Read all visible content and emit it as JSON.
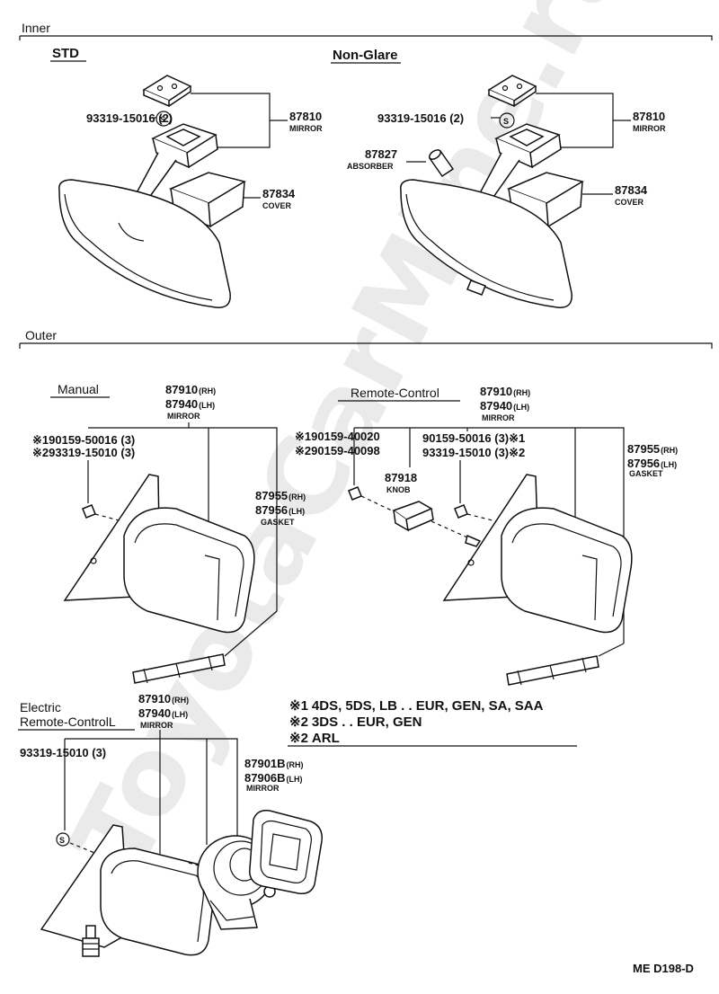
{
  "watermark": "ToyotaCarMine.ru",
  "sections": {
    "inner": "Inner",
    "outer": "Outer"
  },
  "inner_std": {
    "title": "STD",
    "screw": "93319-15016 (2)",
    "screw_symbol": "S",
    "mirror_pn": "87810",
    "mirror_name": "MIRROR",
    "cover_pn": "87834",
    "cover_name": "COVER"
  },
  "inner_nonglare": {
    "title": "Non-Glare",
    "screw": "93319-15016 (2)",
    "screw_symbol": "S",
    "mirror_pn": "87810",
    "mirror_name": "MIRROR",
    "absorber_pn": "87827",
    "absorber_name": "ABSORBER",
    "cover_pn": "87834",
    "cover_name": "COVER"
  },
  "outer_manual": {
    "title": "Manual",
    "mirror_rh": "87910",
    "rh": "(RH)",
    "mirror_lh": "87940",
    "lh": "(LH)",
    "mirror_name": "MIRROR",
    "screw1": "※190159-50016 (3)",
    "screw2": "※293319-15010 (3)",
    "gasket_rh": "87955",
    "gasket_lh": "87956",
    "gasket_name": "GASKET"
  },
  "outer_remote": {
    "title": "Remote-Control",
    "mirror_rh": "87910",
    "rh": "(RH)",
    "mirror_lh": "87940",
    "lh": "(LH)",
    "mirror_name": "MIRROR",
    "screw_a1": "※190159-40020",
    "screw_a2": "※290159-40098",
    "screw_b1": "90159-50016 (3)※1",
    "screw_b2": "93319-15010 (3)※2",
    "knob_pn": "87918",
    "knob_name": "KNOB",
    "gasket_rh": "87955",
    "gasket_lh": "87956",
    "gasket_name": "GASKET"
  },
  "notes": [
    {
      "mark": "※1",
      "text": "4DS, 5DS, LB . . EUR, GEN, SA, SAA"
    },
    {
      "mark": "※2",
      "text": "3DS . . EUR, GEN"
    },
    {
      "mark": "※2",
      "text": "ARL"
    }
  ],
  "outer_electric": {
    "title_line1": "Electric",
    "title_line2": "Remote-ControlL",
    "mirror_rh": "87910",
    "rh": "(RH)",
    "mirror_lh": "87940",
    "lh": "(LH)",
    "mirror_name": "MIRROR",
    "screw": "93319-15010 (3)",
    "screw_symbol": "S",
    "glass_rh": "87901B",
    "glass_lh": "87906B",
    "glass_name": "MIRROR"
  },
  "drawing_code": "ME D198-D"
}
